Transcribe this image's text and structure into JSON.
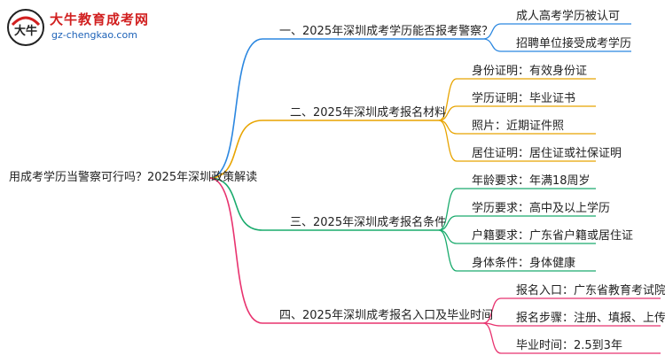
{
  "logo": {
    "name": "大牛教育成考网",
    "url": "gz-chengkao.com",
    "mark_text": "大牛"
  },
  "colors": {
    "branch_1": "#2b87e0",
    "branch_2": "#e8a400",
    "branch_3": "#1aab6d",
    "branch_4": "#e8336f"
  },
  "mindmap": {
    "root": "用成考学历当警察可行吗？2025年深圳政策解读",
    "branches": [
      {
        "label": "一、2025年深圳成考学历能否报考警察？",
        "leaves": [
          "成人高考学历被认可",
          "招聘单位接受成考学历"
        ]
      },
      {
        "label": "二、2025年深圳成考报名材料",
        "leaves": [
          "身份证明：有效身份证",
          "学历证明：毕业证书",
          "照片：近期证件照",
          "居住证明：居住证或社保证明"
        ]
      },
      {
        "label": "三、2025年深圳成考报名条件",
        "leaves": [
          "年龄要求：年满18周岁",
          "学历要求：高中及以上学历",
          "户籍要求：广东省户籍或居住证",
          "身体条件：身体健康"
        ]
      },
      {
        "label": "四、2025年深圳成考报名入口及毕业时间",
        "leaves": [
          "报名入口：广东省教育考试院官网",
          "报名步骤：注册、填报、上传材料",
          "毕业时间：2.5到3年"
        ]
      }
    ]
  }
}
